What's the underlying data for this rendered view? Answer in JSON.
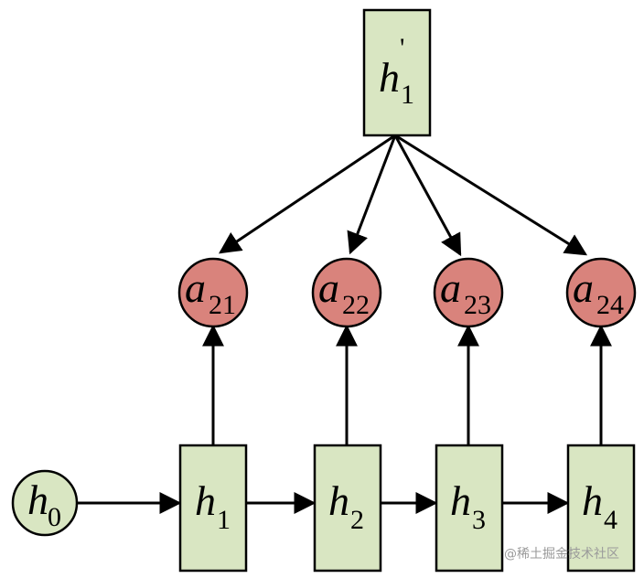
{
  "diagram": {
    "top_state": {
      "var": "h",
      "sub": "1",
      "prime": "'"
    },
    "attention": [
      {
        "var": "a",
        "sub": "21"
      },
      {
        "var": "a",
        "sub": "22"
      },
      {
        "var": "a",
        "sub": "23"
      },
      {
        "var": "a",
        "sub": "24"
      }
    ],
    "initial_state": {
      "var": "h",
      "sub": "0"
    },
    "hidden_states": [
      {
        "var": "h",
        "sub": "1"
      },
      {
        "var": "h",
        "sub": "2"
      },
      {
        "var": "h",
        "sub": "3"
      },
      {
        "var": "h",
        "sub": "4"
      }
    ],
    "colors": {
      "box_fill": "#d9e6c2",
      "attention_fill": "#d9837c",
      "stroke": "#000000"
    }
  },
  "watermark": "@稀土掘金技术社区"
}
